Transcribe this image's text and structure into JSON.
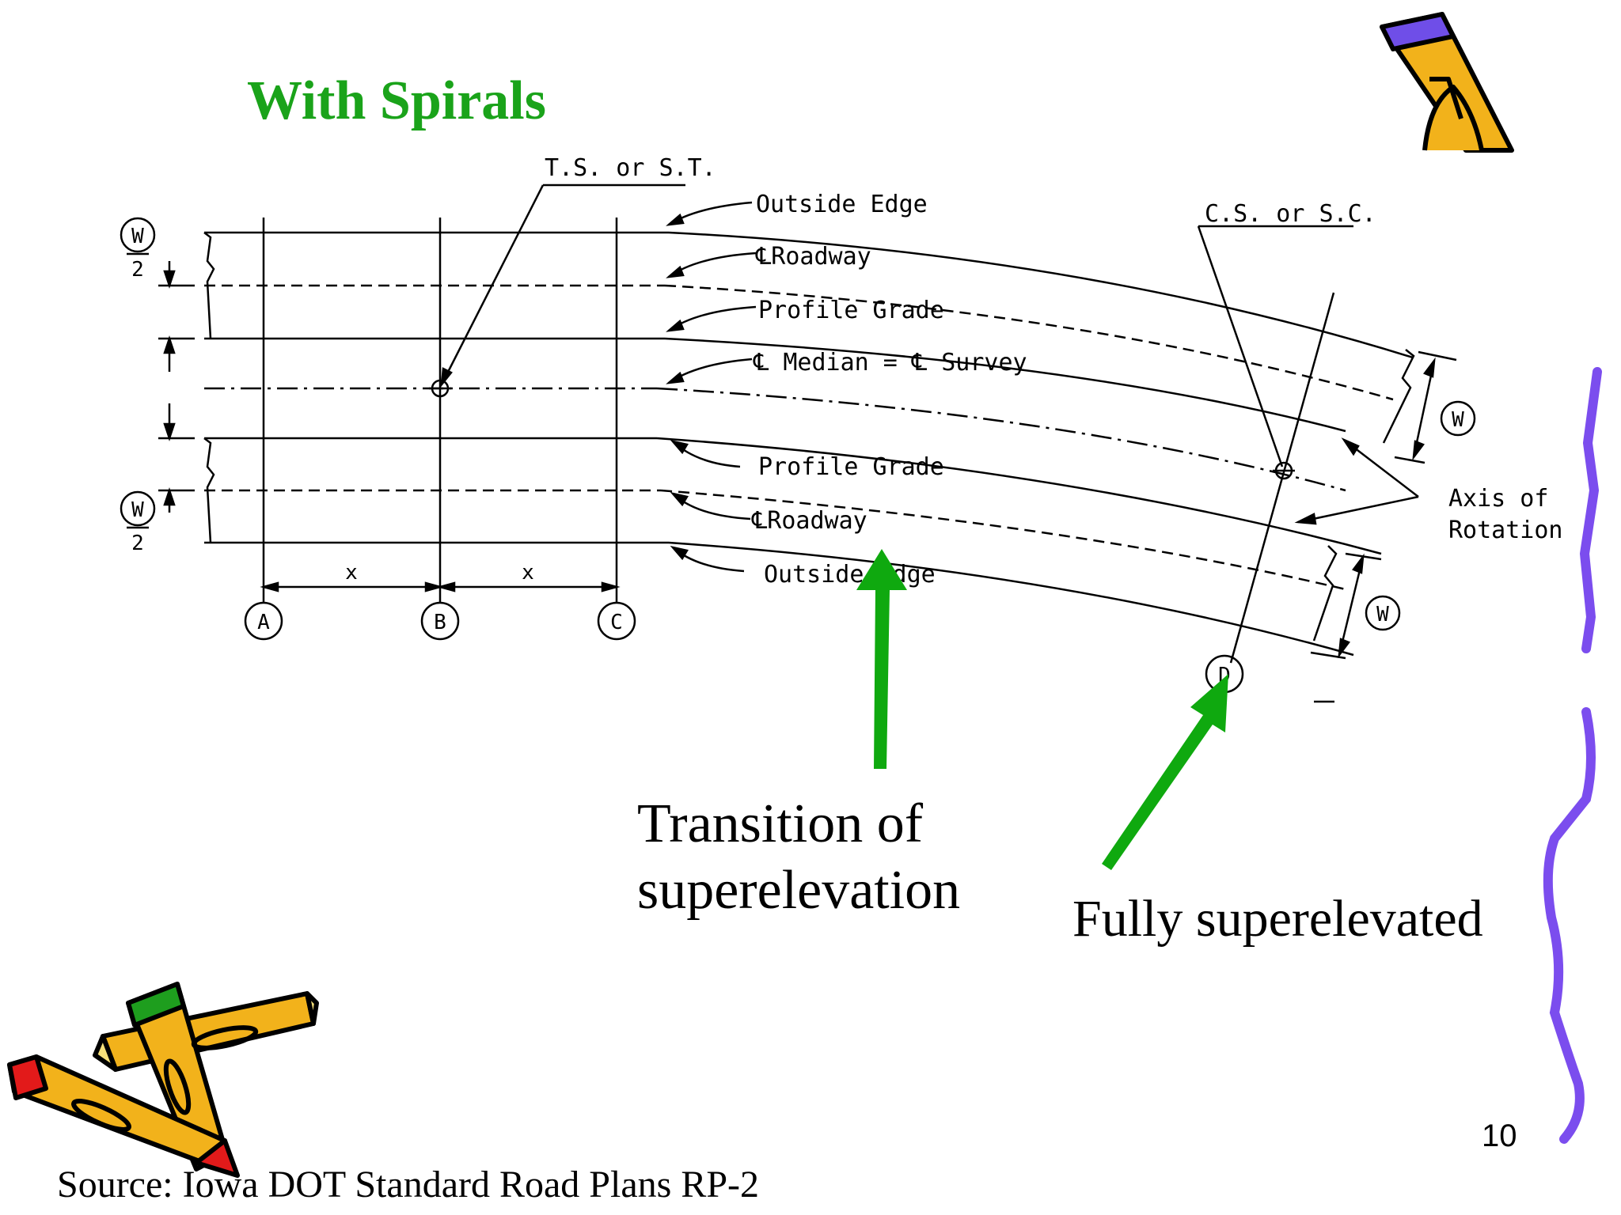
{
  "slide": {
    "title": "With Spirals",
    "page_number": "10",
    "source": "Source: Iowa DOT Standard Road Plans RP-2",
    "colors": {
      "title": "#1aa31a",
      "arrows": "#0fa90f",
      "border": "#7b4dee",
      "pencil_yellow": "#f2b21b",
      "pencil_red": "#e21a1a",
      "pencil_green": "#1e9e1e"
    }
  },
  "diagram": {
    "labels": {
      "ts_st": "T.S. or S.T.",
      "cs_sc": "C.S. or S.C.",
      "outside_edge_top": "Outside Edge",
      "cl_roadway_top": "℄Roadway",
      "profile_grade_top": "Profile Grade",
      "median_survey": "℄ Median = ℄ Survey",
      "profile_grade_bottom": "Profile Grade",
      "cl_roadway_bottom": "℄Roadway",
      "outside_edge_bottom": "Outside Edge",
      "axis_of": "Axis of",
      "rotation": "Rotation",
      "w": "W",
      "two": "2",
      "x": "x",
      "station_a": "A",
      "station_b": "B",
      "station_c": "C",
      "station_d": "D"
    }
  },
  "annotations": {
    "transition_line1": "Transition of",
    "transition_line2": "superelevation",
    "fully": "Fully superelevated"
  },
  "decor": {
    "top_icon": "pencil-icon",
    "bottom_icon": "crossed-pencils-icon",
    "right_border": "wavy-border"
  }
}
